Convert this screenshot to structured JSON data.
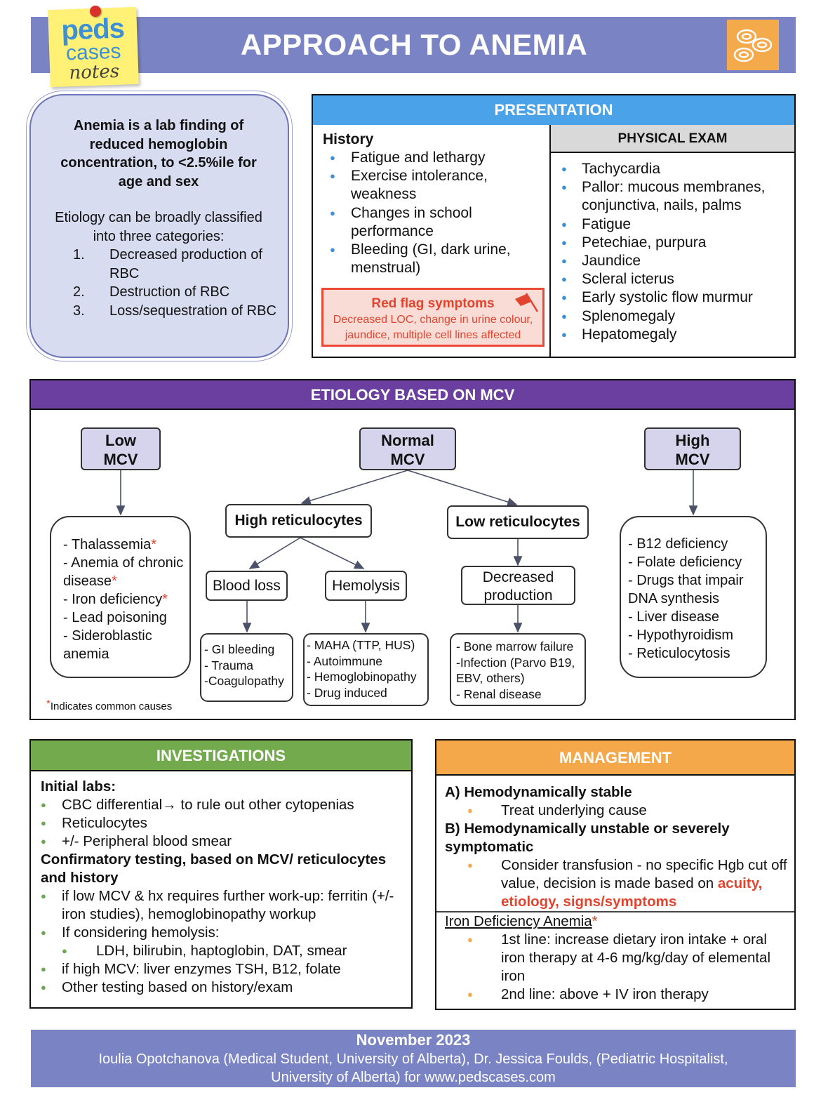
{
  "header": {
    "title": "APPROACH TO ANEMIA",
    "logo": {
      "line1": "peds",
      "line2": "cases",
      "line3": "notes"
    }
  },
  "definition": {
    "bold": "Anemia is a lab finding of reduced hemoglobin concentration, to <2.5%ile for age and sex",
    "etiology_intro": "Etiology can be broadly classified into three categories:",
    "categories": [
      {
        "num": "1.",
        "text": "Decreased production of RBC"
      },
      {
        "num": "2.",
        "text": "Destruction of RBC"
      },
      {
        "num": "3.",
        "text": "Loss/sequestration of RBC"
      }
    ]
  },
  "presentation": {
    "heading": "PRESENTATION",
    "history_title": "History",
    "history": [
      "Fatigue and lethargy",
      "Exercise intolerance, weakness",
      "Changes in school performance",
      "Bleeding (GI, dark urine, menstrual)"
    ],
    "physical_exam_title": "PHYSICAL EXAM",
    "physical_exam": [
      "Tachycardia",
      "Pallor: mucous membranes, conjunctiva, nails, palms",
      "Fatigue",
      "Petechiae, purpura",
      "Jaundice",
      "Scleral icterus",
      "Early systolic flow murmur",
      "Splenomegaly",
      "Hepatomegaly"
    ],
    "red_flag_title": "Red flag symptoms",
    "red_flag_text": "Decreased LOC, change in urine colour, jaundice, multiple cell lines affected"
  },
  "etiology": {
    "heading": "ETIOLOGY BASED ON MCV",
    "low": {
      "label_1": "Low",
      "label_2": "MCV",
      "causes": [
        {
          "text": "- Thalassemia",
          "star": "*"
        },
        {
          "text": "- Anemia of chronic disease",
          "star": "*"
        },
        {
          "text": "- Iron deficiency",
          "star": "*"
        },
        {
          "text": "- Lead poisoning",
          "star": ""
        },
        {
          "text": "- Sideroblastic anemia",
          "star": ""
        }
      ]
    },
    "normal": {
      "label_1": "Normal",
      "label_2": "MCV",
      "high_retic": "High reticulocytes",
      "low_retic": "Low reticulocytes",
      "blood_loss": "Blood loss",
      "hemolysis": "Hemolysis",
      "decreased_production": "Decreased production",
      "blood_loss_causes": [
        "- GI bleeding",
        "- Trauma",
        "-Coagulopathy"
      ],
      "hemolysis_causes": [
        "- MAHA (TTP, HUS)",
        "- Autoimmune",
        "- Hemoglobinopathy",
        "- Drug induced"
      ],
      "decreased_production_causes": [
        "- Bone marrow failure",
        "-Infection (Parvo B19, EBV, others)",
        "- Renal disease"
      ]
    },
    "high": {
      "label_1": "High",
      "label_2": "MCV",
      "causes": [
        "- B12 deficiency",
        "- Folate deficiency",
        "- Drugs that impair DNA synthesis",
        "- Liver disease",
        "- Hypothyroidism",
        "- Reticulocytosis"
      ]
    },
    "note_star": "*",
    "note": "Indicates common causes"
  },
  "investigations": {
    "heading": "INVESTIGATIONS",
    "initial_title": "Initial labs:",
    "initial": [
      "CBC differential→ to rule out other cytopenias",
      "Reticulocytes",
      "+/- Peripheral blood smear"
    ],
    "confirm_title": "Confirmatory testing, based on MCV/ reticulocytes and history",
    "confirm_1": "if low MCV & hx requires further work-up: ferritin (+/- iron studies), hemoglobinopathy workup",
    "confirm_2": "If considering hemolysis:",
    "confirm_2_sub": "LDH, bilirubin, haptoglobin, DAT, smear",
    "confirm_3": "if high MCV: liver enzymes TSH, B12, folate",
    "confirm_4": "Other testing based on history/exam"
  },
  "management": {
    "heading": "MANAGEMENT",
    "stable_title": "A) Hemodynamically stable",
    "stable_item": "Treat underlying cause",
    "unstable_title": "B) Hemodynamically unstable or severely symptomatic",
    "unstable_item": "Consider transfusion - no specific Hgb cut off value, decision is made based on",
    "unstable_item_red": "acuity, etiology, signs/symptoms",
    "ida_title": "Iron Deficiency Anemia",
    "ida_star": "*",
    "ida_items": [
      "1st line: increase dietary iron intake + oral iron therapy at 4-6 mg/kg/day of elemental iron",
      "2nd line: above + IV iron therapy"
    ]
  },
  "footer": {
    "date": "November 2023",
    "credits": "Ioulia Opotchanova (Medical Student, University of Alberta), Dr. Jessica Foulds, (Pediatric Hospitalist, University of Alberta) for www.pedscases.com"
  },
  "colors": {
    "header_band": "#7a84c4",
    "presentation": "#4aa3e8",
    "etiology": "#6b3fa0",
    "investigations": "#72aa4d",
    "management": "#f4a84a",
    "red_flag": "#e2452f"
  },
  "icons": {
    "logo": "pedscases-notes-logo",
    "cells": "red-blood-cells-icon",
    "flag": "red-flag-icon"
  }
}
